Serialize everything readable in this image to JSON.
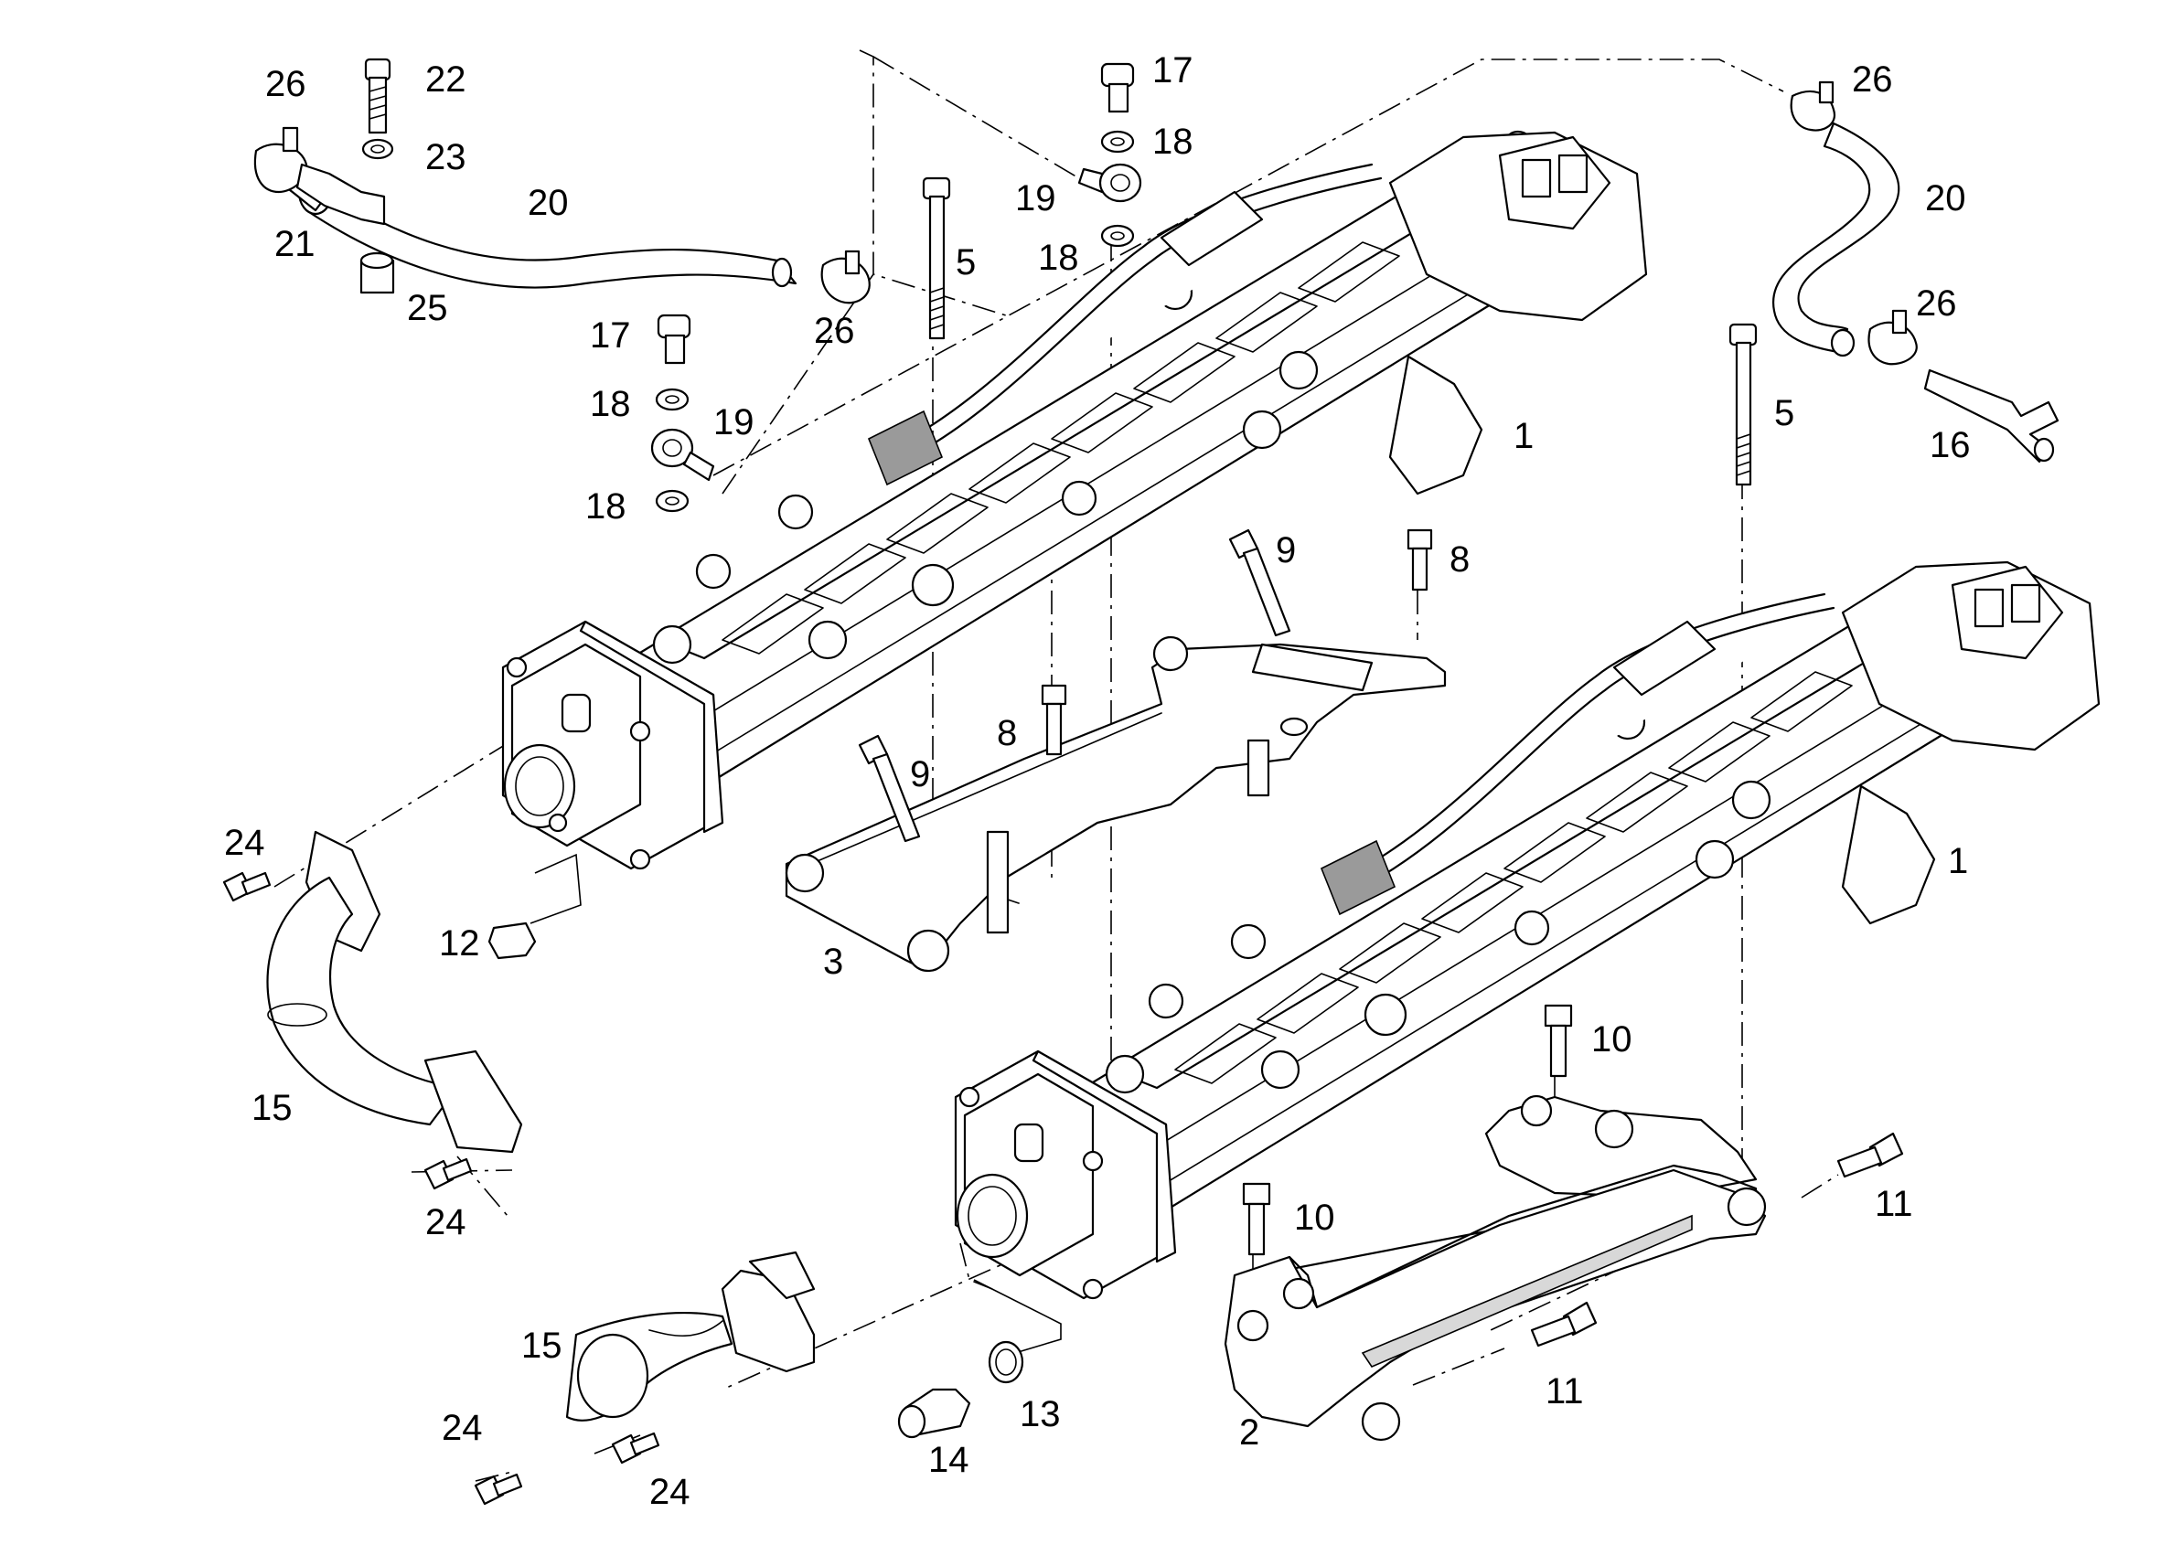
{
  "colors": {
    "line": "#000000",
    "background": "#ffffff",
    "fill_light": "#d8d8d8",
    "fill_dark": "#9a9a9a"
  },
  "callouts": [
    {
      "id": "c26a",
      "text": "26"
    },
    {
      "id": "c22",
      "text": "22"
    },
    {
      "id": "c23",
      "text": "23"
    },
    {
      "id": "c20a",
      "text": "20"
    },
    {
      "id": "c21",
      "text": "21"
    },
    {
      "id": "c25",
      "text": "25"
    },
    {
      "id": "c26b",
      "text": "26"
    },
    {
      "id": "c17a",
      "text": "17"
    },
    {
      "id": "c18a",
      "text": "18"
    },
    {
      "id": "c19a",
      "text": "19"
    },
    {
      "id": "c18b",
      "text": "18"
    },
    {
      "id": "c5a",
      "text": "5"
    },
    {
      "id": "c17b",
      "text": "17"
    },
    {
      "id": "c18c",
      "text": "18"
    },
    {
      "id": "c19b",
      "text": "19"
    },
    {
      "id": "c18d",
      "text": "18"
    },
    {
      "id": "c26c",
      "text": "26"
    },
    {
      "id": "c20b",
      "text": "20"
    },
    {
      "id": "c26d",
      "text": "26"
    },
    {
      "id": "c16",
      "text": "16"
    },
    {
      "id": "c5b",
      "text": "5"
    },
    {
      "id": "c1a",
      "text": "1"
    },
    {
      "id": "c9a",
      "text": "9"
    },
    {
      "id": "c8a",
      "text": "8"
    },
    {
      "id": "c8b",
      "text": "8"
    },
    {
      "id": "c9b",
      "text": "9"
    },
    {
      "id": "c1b",
      "text": "1"
    },
    {
      "id": "c24a",
      "text": "24"
    },
    {
      "id": "c12",
      "text": "12"
    },
    {
      "id": "c3",
      "text": "3"
    },
    {
      "id": "c15a",
      "text": "15"
    },
    {
      "id": "c24b",
      "text": "24"
    },
    {
      "id": "c10a",
      "text": "10"
    },
    {
      "id": "c10b",
      "text": "10"
    },
    {
      "id": "c11a",
      "text": "11"
    },
    {
      "id": "c11b",
      "text": "11"
    },
    {
      "id": "c15b",
      "text": "15"
    },
    {
      "id": "c13",
      "text": "13"
    },
    {
      "id": "c24c",
      "text": "24"
    },
    {
      "id": "c14",
      "text": "14"
    },
    {
      "id": "c24d",
      "text": "24"
    },
    {
      "id": "c2",
      "text": "2"
    }
  ]
}
